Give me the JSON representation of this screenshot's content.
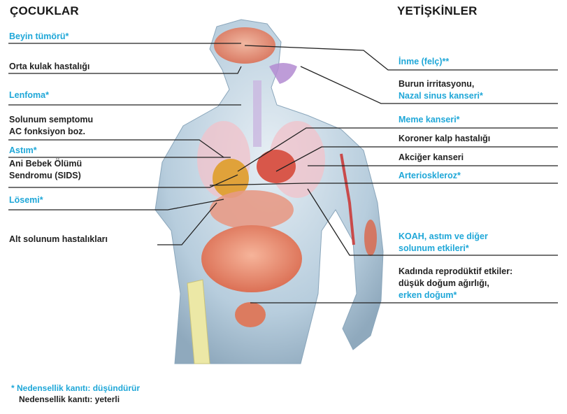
{
  "headers": {
    "children": "ÇOCUKLAR",
    "adults": "YETİŞKİNLER"
  },
  "children_labels": [
    {
      "id": "brain-tumor",
      "lines": [
        "Beyin tümörü*"
      ],
      "evidence": "suggestive"
    },
    {
      "id": "middle-ear",
      "lines": [
        "Orta kulak hastalığı"
      ],
      "evidence": "sufficient"
    },
    {
      "id": "lymphoma",
      "lines": [
        "Lenfoma*"
      ],
      "evidence": "suggestive"
    },
    {
      "id": "respiratory",
      "lines": [
        "Solunum semptomu",
        "AC fonksiyon boz."
      ],
      "evidence": "sufficient"
    },
    {
      "id": "asthma",
      "lines": [
        "Astım*"
      ],
      "evidence": "suggestive"
    },
    {
      "id": "sids",
      "lines": [
        "Ani Bebek Ölümü",
        "Sendromu (SIDS)"
      ],
      "evidence": "sufficient"
    },
    {
      "id": "leukemia",
      "lines": [
        "Lösemi*"
      ],
      "evidence": "suggestive"
    },
    {
      "id": "lower-resp",
      "lines": [
        "Alt solunum hastalıkları"
      ],
      "evidence": "sufficient"
    }
  ],
  "adult_labels": [
    {
      "id": "stroke",
      "lines": [
        "İnme (felç)**"
      ],
      "evidence": "suggestive"
    },
    {
      "id": "nasal",
      "lines": [
        "Burun irritasyonu,"
      ],
      "evidence": "sufficient",
      "extra": "Nazal sinus kanseri*"
    },
    {
      "id": "breast",
      "lines": [
        "Meme kanseri*"
      ],
      "evidence": "suggestive"
    },
    {
      "id": "coronary",
      "lines": [
        "Koroner kalp hastalığı"
      ],
      "evidence": "sufficient"
    },
    {
      "id": "lung",
      "lines": [
        "Akciğer kanseri"
      ],
      "evidence": "sufficient"
    },
    {
      "id": "athero",
      "lines": [
        "Arterioskleroz*"
      ],
      "evidence": "suggestive"
    },
    {
      "id": "copd",
      "lines": [
        "KOAH, astım ve diğer",
        "solunum etkileri*"
      ],
      "evidence": "suggestive"
    },
    {
      "id": "repro",
      "lines": [
        "Kadında reprodüktif etkiler:",
        "düşük doğum ağırlığı,"
      ],
      "evidence": "sufficient",
      "extra": "erken doğum*"
    }
  ],
  "legend": {
    "suggestive": "* Nedensellik kanıtı: düşündürür",
    "sufficient": "Nedensellik kanıtı: yeterli"
  },
  "colors": {
    "suggestive": "#1fa7d8",
    "sufficient": "#222222",
    "body": "#a9c3d6",
    "organs": "#e8876c"
  }
}
